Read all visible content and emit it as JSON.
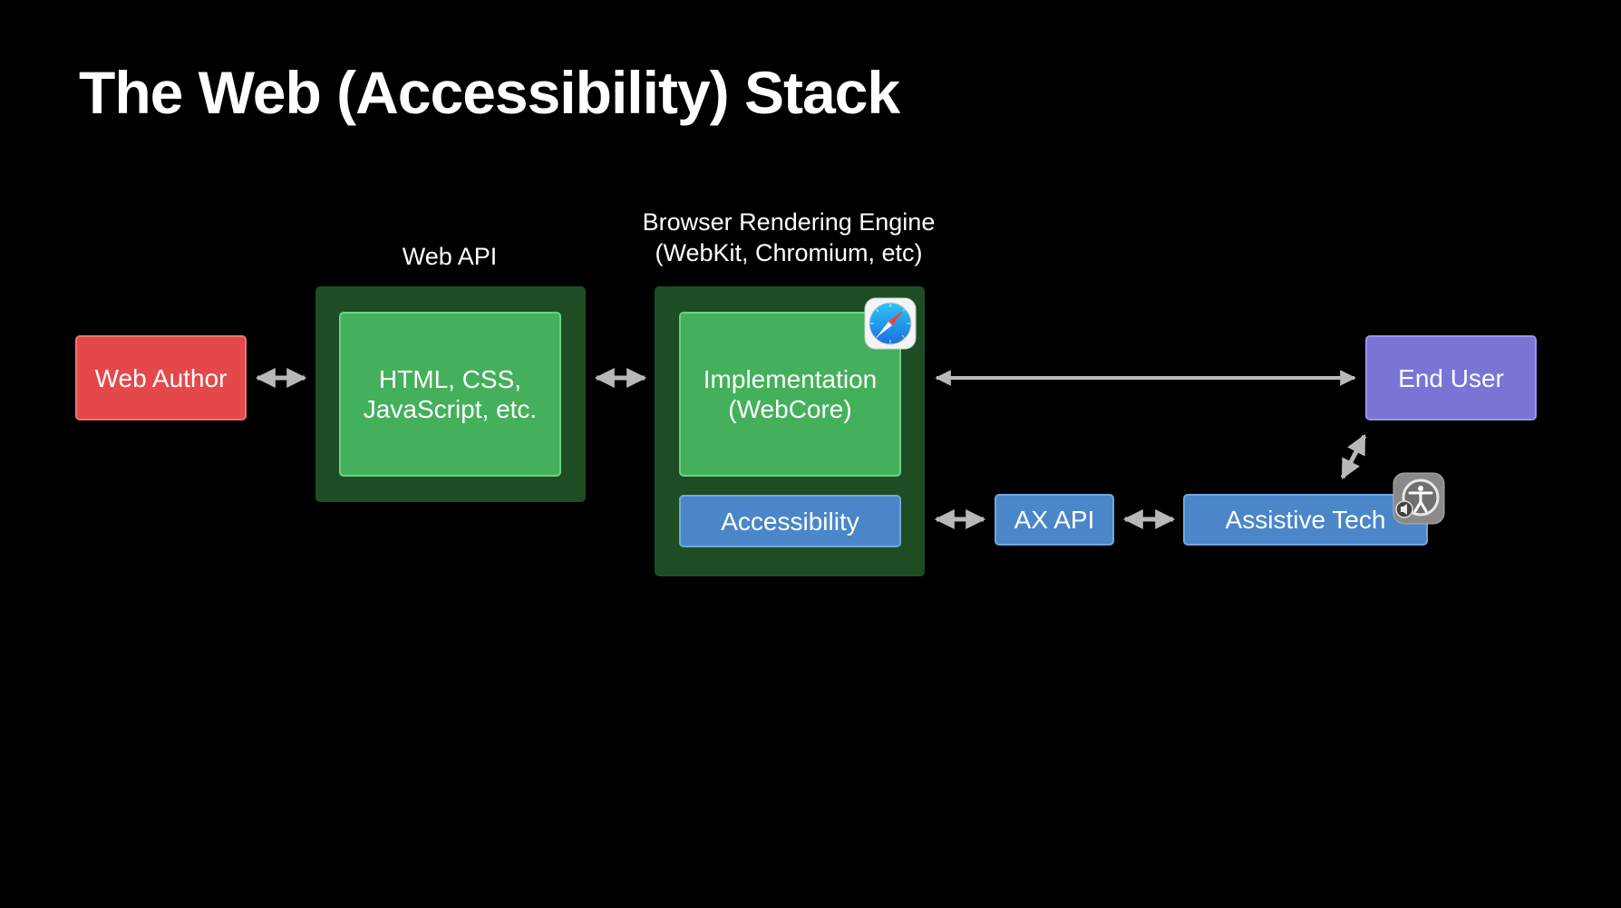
{
  "slide": {
    "title": "The Web (Accessibility) Stack"
  },
  "captions": {
    "web_api": "Web API",
    "engine_line1": "Browser Rendering Engine",
    "engine_line2": "(WebKit, Chromium, etc)"
  },
  "nodes": {
    "web_author": "Web Author",
    "html_css_line1": "HTML, CSS,",
    "html_css_line2": "JavaScript, etc.",
    "implementation_line1": "Implementation",
    "implementation_line2": "(WebCore)",
    "accessibility": "Accessibility",
    "ax_api": "AX API",
    "assistive_tech": "Assistive Tech",
    "end_user": "End User"
  },
  "icons": {
    "browser": "safari-compass-icon",
    "assistive": "accessibility-person-icon"
  },
  "colors": {
    "background": "#000000",
    "panel": "#1e4d24",
    "green_box": "#45b05c",
    "red_box": "#e5484a",
    "purple_box": "#7a74d6",
    "blue_box": "#4a86c8",
    "arrow": "#b8b8b8"
  }
}
